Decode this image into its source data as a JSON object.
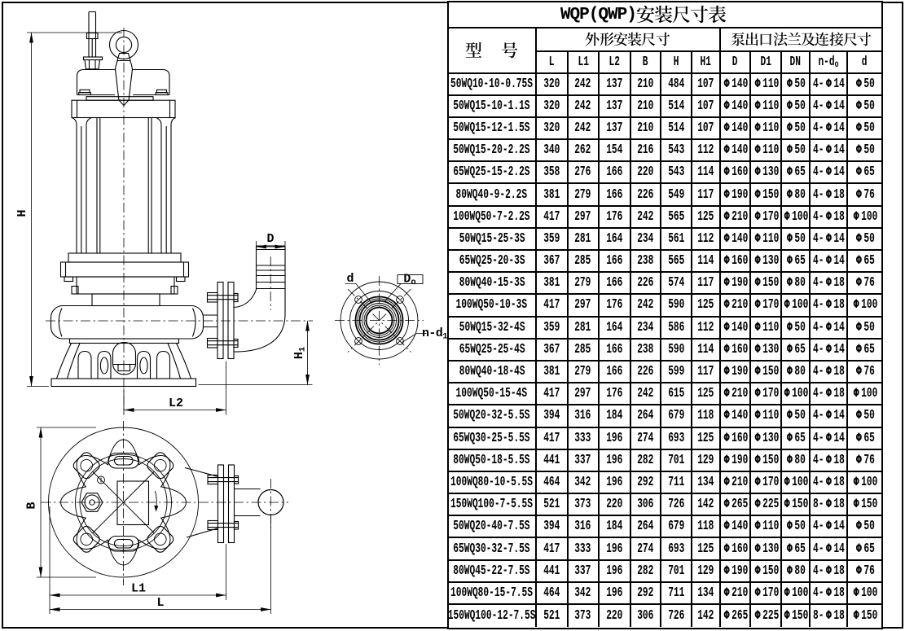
{
  "document": {
    "type": "pump-installation-dimensions-datasheet",
    "title": "WQP(QWP)安装尺寸表"
  },
  "table": {
    "title": "WQP(QWP)安装尺寸表",
    "model_header": "型　号",
    "group_headers": [
      "外形安装尺寸",
      "泵出口法兰及连接尺寸"
    ],
    "column_headers": [
      "L",
      "L1",
      "L2",
      "B",
      "H",
      "H1",
      "D",
      "D1",
      "DN",
      "n-do",
      "d"
    ],
    "rows": [
      {
        "model": "50WQ10-10-0.75S",
        "values": [
          "320",
          "242",
          "137",
          "210",
          "484",
          "107",
          "Φ140",
          "Φ110",
          "Φ50",
          "4-Φ14",
          "Φ50"
        ]
      },
      {
        "model": "50WQ15-10-1.1S",
        "values": [
          "320",
          "242",
          "137",
          "210",
          "514",
          "107",
          "Φ140",
          "Φ110",
          "Φ50",
          "4-Φ14",
          "Φ50"
        ]
      },
      {
        "model": "50WQ15-12-1.5S",
        "values": [
          "320",
          "242",
          "137",
          "210",
          "514",
          "107",
          "Φ140",
          "Φ110",
          "Φ50",
          "4-Φ14",
          "Φ50"
        ]
      },
      {
        "model": "50WQ15-20-2.2S",
        "values": [
          "340",
          "262",
          "154",
          "216",
          "543",
          "112",
          "Φ140",
          "Φ110",
          "Φ50",
          "4-Φ14",
          "Φ50"
        ]
      },
      {
        "model": "65WQ25-15-2.2S",
        "values": [
          "358",
          "276",
          "166",
          "220",
          "543",
          "114",
          "Φ160",
          "Φ130",
          "Φ65",
          "4-Φ14",
          "Φ65"
        ]
      },
      {
        "model": "80WQ40-9-2.2S",
        "values": [
          "381",
          "279",
          "166",
          "226",
          "549",
          "117",
          "Φ190",
          "Φ150",
          "Φ80",
          "4-Φ18",
          "Φ76"
        ]
      },
      {
        "model": "100WQ50-7-2.2S",
        "values": [
          "417",
          "297",
          "176",
          "242",
          "565",
          "125",
          "Φ210",
          "Φ170",
          "Φ100",
          "4-Φ18",
          "Φ100"
        ]
      },
      {
        "model": "50WQ15-25-3S",
        "values": [
          "359",
          "281",
          "164",
          "234",
          "561",
          "112",
          "Φ140",
          "Φ110",
          "Φ50",
          "4-Φ14",
          "Φ50"
        ]
      },
      {
        "model": "65WQ25-20-3S",
        "values": [
          "367",
          "285",
          "166",
          "238",
          "565",
          "114",
          "Φ160",
          "Φ130",
          "Φ65",
          "4-Φ14",
          "Φ65"
        ]
      },
      {
        "model": "80WQ40-15-3S",
        "values": [
          "381",
          "279",
          "166",
          "226",
          "574",
          "117",
          "Φ190",
          "Φ150",
          "Φ80",
          "4-Φ18",
          "Φ76"
        ]
      },
      {
        "model": "100WQ50-10-3S",
        "values": [
          "417",
          "297",
          "176",
          "242",
          "590",
          "125",
          "Φ210",
          "Φ170",
          "Φ100",
          "4-Φ18",
          "Φ100"
        ]
      },
      {
        "model": "50WQ15-32-4S",
        "values": [
          "359",
          "281",
          "164",
          "234",
          "586",
          "112",
          "Φ140",
          "Φ110",
          "Φ50",
          "4-Φ14",
          "Φ50"
        ]
      },
      {
        "model": "65WQ25-25-4S",
        "values": [
          "367",
          "285",
          "166",
          "238",
          "590",
          "114",
          "Φ160",
          "Φ130",
          "Φ65",
          "4-Φ14",
          "Φ65"
        ]
      },
      {
        "model": "80WQ40-18-4S",
        "values": [
          "381",
          "279",
          "166",
          "226",
          "599",
          "117",
          "Φ190",
          "Φ150",
          "Φ80",
          "4-Φ18",
          "Φ76"
        ]
      },
      {
        "model": "100WQ50-15-4S",
        "values": [
          "417",
          "297",
          "176",
          "242",
          "615",
          "125",
          "Φ210",
          "Φ170",
          "Φ100",
          "4-Φ18",
          "Φ100"
        ]
      },
      {
        "model": "50WQ20-32-5.5S",
        "values": [
          "394",
          "316",
          "184",
          "264",
          "679",
          "118",
          "Φ140",
          "Φ110",
          "Φ50",
          "4-Φ14",
          "Φ50"
        ]
      },
      {
        "model": "65WQ30-25-5.5S",
        "values": [
          "417",
          "333",
          "196",
          "274",
          "693",
          "125",
          "Φ160",
          "Φ130",
          "Φ65",
          "4-Φ14",
          "Φ65"
        ]
      },
      {
        "model": "80WQ50-18-5.5S",
        "values": [
          "441",
          "337",
          "196",
          "282",
          "701",
          "129",
          "Φ190",
          "Φ150",
          "Φ80",
          "4-Φ18",
          "Φ76"
        ]
      },
      {
        "model": "100WQ80-10-5.5S",
        "values": [
          "464",
          "342",
          "196",
          "292",
          "711",
          "134",
          "Φ210",
          "Φ170",
          "Φ100",
          "4-Φ18",
          "Φ100"
        ]
      },
      {
        "model": "150WQ100-7-5.5S",
        "values": [
          "521",
          "373",
          "220",
          "306",
          "726",
          "142",
          "Φ265",
          "Φ225",
          "Φ150",
          "8-Φ18",
          "Φ150"
        ]
      },
      {
        "model": "50WQ20-40-7.5S",
        "values": [
          "394",
          "316",
          "184",
          "264",
          "679",
          "118",
          "Φ140",
          "Φ110",
          "Φ50",
          "4-Φ14",
          "Φ50"
        ]
      },
      {
        "model": "65WQ30-32-7.5S",
        "values": [
          "417",
          "333",
          "196",
          "274",
          "693",
          "125",
          "Φ160",
          "Φ130",
          "Φ65",
          "4-Φ14",
          "Φ65"
        ]
      },
      {
        "model": "80WQ45-22-7.5S",
        "values": [
          "441",
          "337",
          "196",
          "282",
          "701",
          "129",
          "Φ190",
          "Φ150",
          "Φ80",
          "4-Φ18",
          "Φ76"
        ]
      },
      {
        "model": "100WQ80-15-7.5S",
        "values": [
          "464",
          "342",
          "196",
          "292",
          "711",
          "134",
          "Φ210",
          "Φ170",
          "Φ100",
          "4-Φ18",
          "Φ100"
        ]
      },
      {
        "model": "150WQ100-12-7.5S",
        "values": [
          "521",
          "373",
          "220",
          "306",
          "726",
          "142",
          "Φ265",
          "Φ225",
          "Φ150",
          "8-Φ18",
          "Φ150"
        ]
      }
    ]
  },
  "drawing": {
    "views": [
      "front-elevation",
      "outlet-flange-detail",
      "plan-view"
    ],
    "dimension_labels": {
      "H": "H",
      "D": "D",
      "H1": "H1",
      "L2": "L2",
      "B": "B",
      "L1": "L1",
      "L": "L",
      "d": "d",
      "Do": "Do",
      "nd1": "n-d1"
    }
  }
}
